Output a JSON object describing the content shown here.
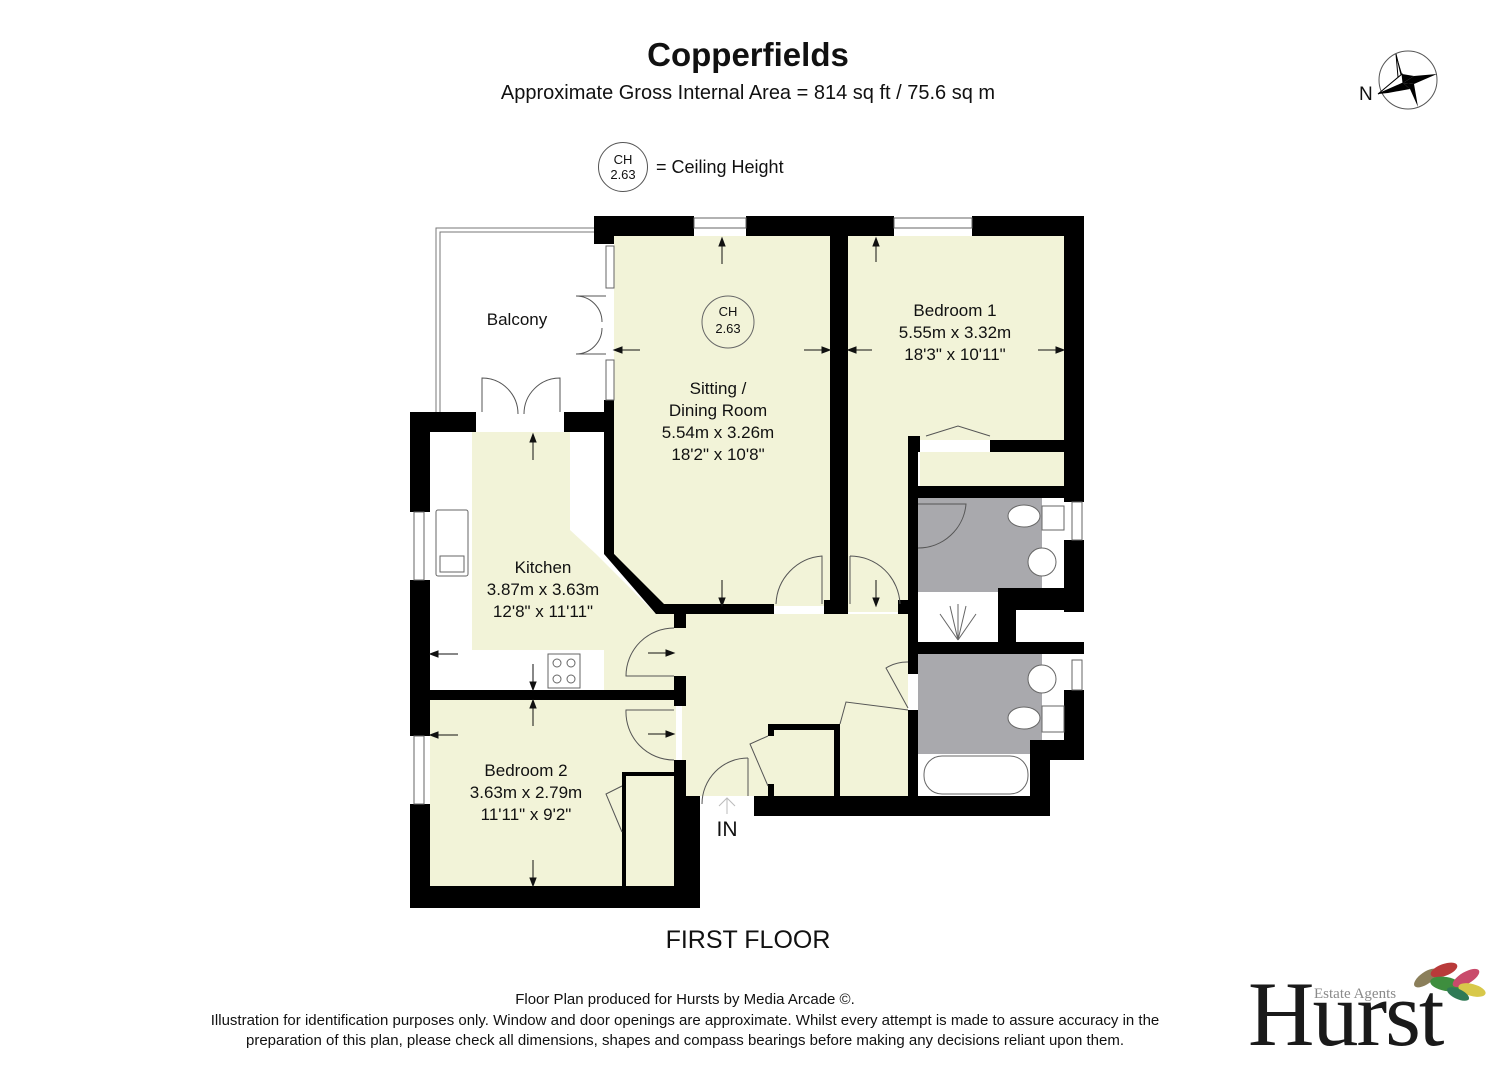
{
  "header": {
    "title": "Copperfields",
    "subtitle": "Approximate Gross Internal Area = 814 sq ft / 75.6 sq m"
  },
  "legend": {
    "badge_line1": "CH",
    "badge_line2": "2.63",
    "text": "= Ceiling Height"
  },
  "compass": {
    "label": "N"
  },
  "rooms": {
    "balcony": {
      "name": "Balcony"
    },
    "sitting": {
      "name_line1": "Sitting /",
      "name_line2": "Dining Room",
      "metric": "5.54m x 3.26m",
      "imperial": "18'2\" x 10'8\"",
      "ceiling_line1": "CH",
      "ceiling_line2": "2.63"
    },
    "bedroom1": {
      "name": "Bedroom 1",
      "metric": "5.55m x 3.32m",
      "imperial": "18'3\" x 10'11\""
    },
    "kitchen": {
      "name": "Kitchen",
      "metric": "3.87m x 3.63m",
      "imperial": "12'8\" x 11'11\""
    },
    "bedroom2": {
      "name": "Bedroom 2",
      "metric": "3.63m x 2.79m",
      "imperial": "11'11\" x 9'2\""
    }
  },
  "entrance": {
    "label": "IN"
  },
  "floor_label": "FIRST FLOOR",
  "footer": {
    "line1": "Floor Plan produced for Hursts by Media Arcade ©.",
    "line2": "Illustration for identification purposes only. Window and door openings are approximate. Whilst every attempt is made to assure accuracy in the",
    "line3": "preparation of this plan, please check all dimensions, shapes and compass bearings before making any decisions reliant upon them."
  },
  "logo": {
    "word": "Hurst",
    "tagline": "Estate Agents"
  },
  "colors": {
    "room_fill": "#f2f3d8",
    "bath_fill": "#a9a9ad",
    "wall": "#000000"
  }
}
